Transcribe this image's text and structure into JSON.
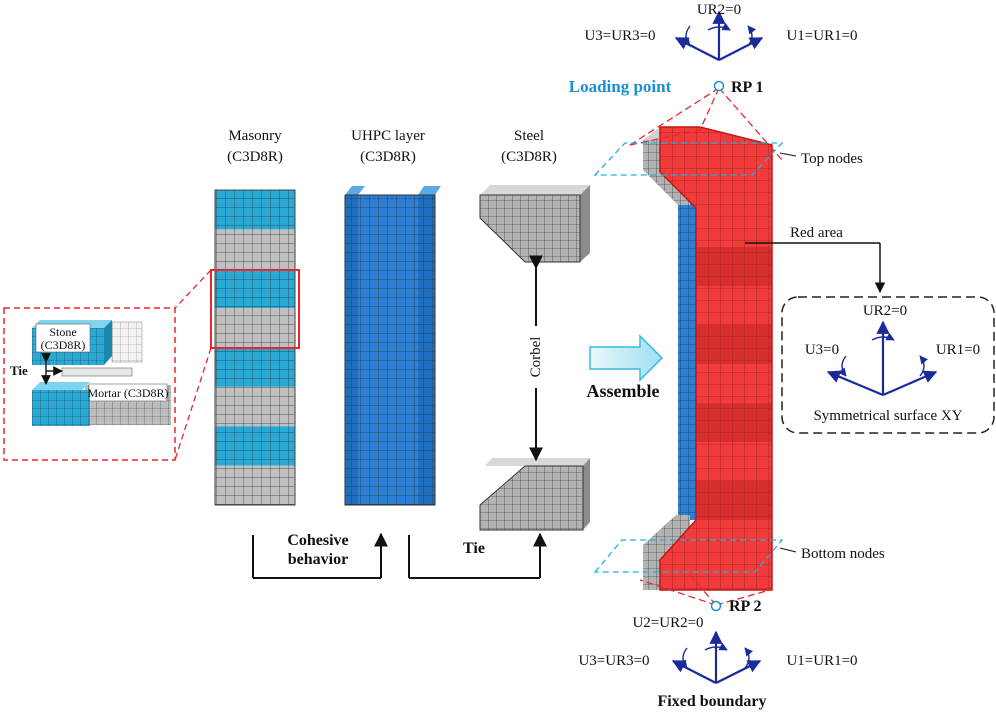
{
  "figure": {
    "masonry": {
      "name": "Masonry",
      "element": "(C3D8R)"
    },
    "uhpc": {
      "name": "UHPC layer",
      "element": "(C3D8R)"
    },
    "steel": {
      "name": "Steel",
      "element": "(C3D8R)"
    },
    "corbel": "Corbel",
    "detail": {
      "stone": "Stone",
      "stone_element": "(C3D8R)",
      "tie": "Tie",
      "mortar": "Mortar (C3D8R)"
    },
    "interactions": {
      "cohesive_line1": "Cohesive",
      "cohesive_line2": "behavior",
      "tie": "Tie"
    },
    "assemble": "Assemble",
    "loading_point": "Loading point",
    "rp1": "RP 1",
    "rp2": "RP 2",
    "top_nodes": "Top nodes",
    "bottom_nodes": "Bottom nodes",
    "red_area": "Red area",
    "top_bc": {
      "ur2": "UR2=0",
      "u3": "U3=UR3=0",
      "u1": "U1=UR1=0"
    },
    "bottom_bc": {
      "u2": "U2=UR2=0",
      "u3": "U3=UR3=0",
      "u1": "U1=UR1=0"
    },
    "fixed_boundary": "Fixed boundary",
    "sym": {
      "ur2": "UR2=0",
      "u3": "U3=0",
      "ur1": "UR1=0",
      "label": "Symmetrical surface XY"
    }
  },
  "colors": {
    "masonry_blue": "#29a9d6",
    "masonry_grey": "#c0c0c0",
    "uhpc_blue": "#2b7fd4",
    "steel_grey": "#b3b3b3",
    "red": "#f23b3b",
    "dashed_red": "#e8262b",
    "dashed_cyan": "#1fb0e0",
    "arrow_navy": "#1a2a9a",
    "loading_blue": "#1b8fd0"
  }
}
